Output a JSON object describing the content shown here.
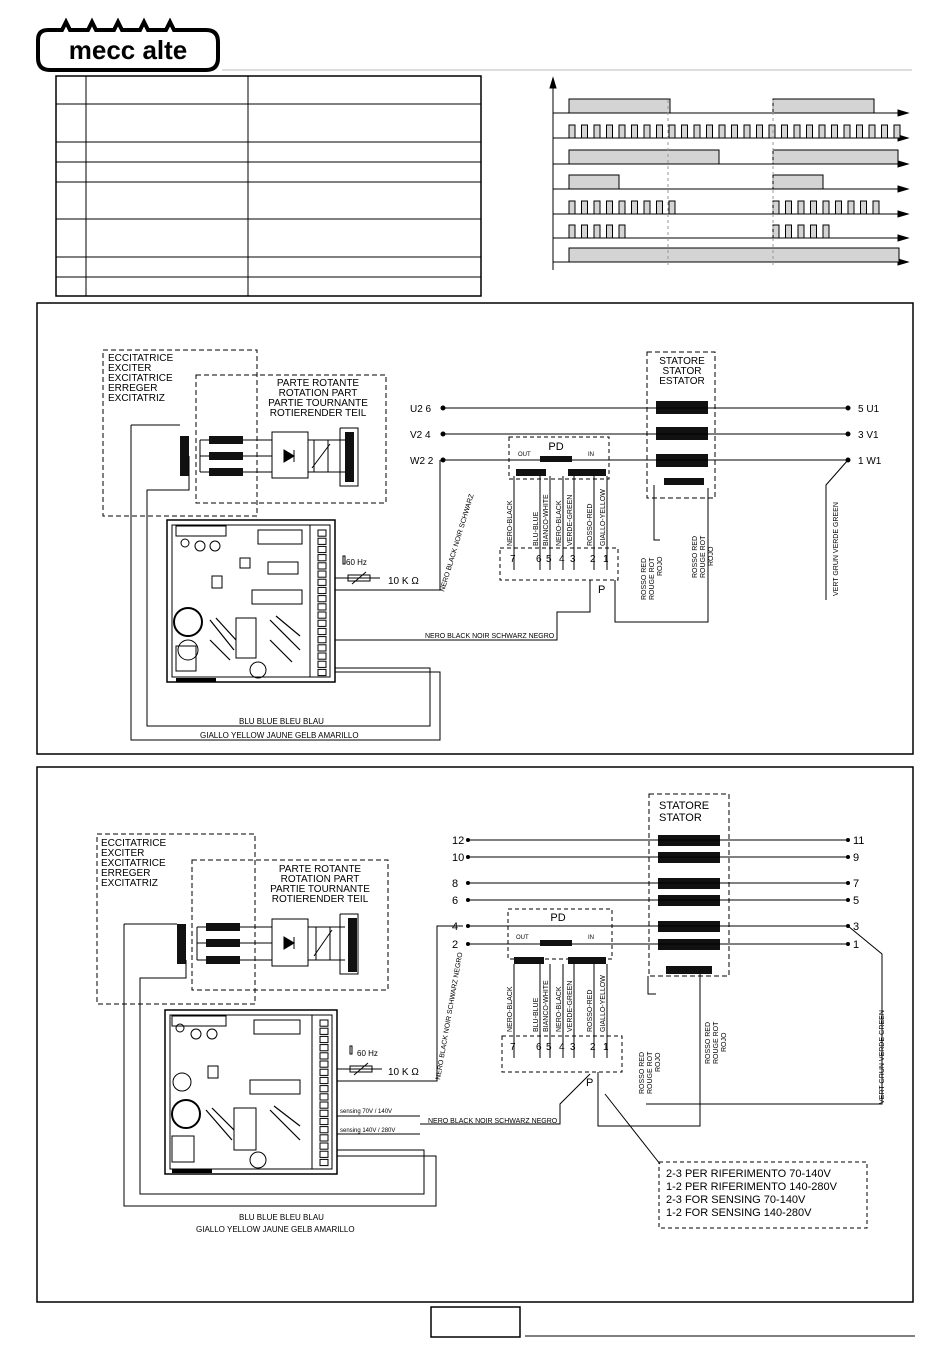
{
  "brand": {
    "logo_text": "mecc alte"
  },
  "legend_table": {
    "rows": 8
  },
  "timing_chart": {
    "channels": 7
  },
  "diagram1": {
    "exciter_labels": [
      "ECCITATRICE",
      "EXCITER",
      "EXCITATRICE",
      "ERREGER",
      "EXCITATRIZ"
    ],
    "rotating_labels": [
      "PARTE ROTANTE",
      "ROTATION PART",
      "PARTIE TOURNANTE",
      "ROTIERENDER TEIL"
    ],
    "stator_labels": [
      "STATORE",
      "STATOR",
      "ESTATOR"
    ],
    "terminals_left": [
      "U2 6",
      "V2 4",
      "W2 2"
    ],
    "terminals_right": [
      "5 U1",
      "3 V1",
      "1 W1"
    ],
    "pd_label": "PD",
    "pd_out": "OUT",
    "pd_in": "IN",
    "p_label": "P",
    "pd_wires": [
      "NERO-BLACK",
      "BLU-BLUE",
      "BIANCO-WHITE",
      "NERO-BLACK",
      "VERDE-GREEN",
      "ROSSO-RED",
      "GIALLO-YELLOW"
    ],
    "pd_pins": [
      "7",
      "6",
      "5",
      "4",
      "3",
      "2",
      "1"
    ],
    "hz_label": "60 Hz",
    "pot_label": "10 K Ω",
    "wire_nero_vertical": "NERO BLACK NOIR SCHWARZ",
    "wire_nero_h": "NERO BLACK NOIR SCHWARZ NEGRO",
    "wire_rosso1": [
      "ROSSO RED",
      "ROUGE ROT",
      "ROJO"
    ],
    "wire_rosso2": [
      "ROSSO RED",
      "ROUGE ROT",
      "ROJO"
    ],
    "wire_verde": "VERT GRUN VERDE GREEN",
    "wire_blu": "BLU BLUE BLEU BLAU",
    "wire_giallo": "GIALLO YELLOW JAUNE GELB AMARILLO"
  },
  "diagram2": {
    "exciter_labels": [
      "ECCITATRICE",
      "EXCITER",
      "EXCITATRICE",
      "ERREGER",
      "EXCITATRIZ"
    ],
    "rotating_labels": [
      "PARTE ROTANTE",
      "ROTATION PART",
      "PARTIE TOURNANTE",
      "ROTIERENDER TEIL"
    ],
    "stator_labels": [
      "STATORE",
      "STATOR"
    ],
    "terminals_left": [
      "12",
      "10",
      "8",
      "6",
      "4",
      "2"
    ],
    "terminals_right": [
      "11",
      "9",
      "7",
      "5",
      "3",
      "1"
    ],
    "pd_label": "PD",
    "pd_out": "OUT",
    "pd_in": "IN",
    "p_label": "P",
    "pd_wires": [
      "NERO-BLACK",
      "BLU-BLUE",
      "BIANCO-WHITE",
      "NERO-BLACK",
      "VERDE-GREEN",
      "ROSSO-RED",
      "GIALLO-YELLOW"
    ],
    "pd_pins": [
      "7",
      "6",
      "5",
      "4",
      "3",
      "2",
      "1"
    ],
    "hz_label": "60 Hz",
    "pot_label": "10 K Ω",
    "sensing1": "sensing 70V / 140V",
    "sensing2": "sensing 140V / 280V",
    "wire_nero_vertical": "NERO BLACK NOIR SCHWARZ NEGRO",
    "wire_nero_h": "NERO BLACK NOIR SCHWARZ NEGRO",
    "wire_rosso1": [
      "ROSSO RED",
      "ROUGE ROT",
      "ROJO"
    ],
    "wire_rosso2": [
      "ROSSO RED",
      "ROUGE ROT",
      "ROJO"
    ],
    "wire_verde": "VERT GRUN VERDE GREEN",
    "wire_blu": "BLU BLUE BLEU BLAU",
    "wire_giallo": "GIALLO YELLOW JAUNE GELB AMARILLO",
    "note_lines": [
      "2-3 PER RIFERIMENTO 70-140V",
      "1-2 PER RIFERIMENTO 140-280V",
      "2-3 FOR SENSING 70-140V",
      "1-2 FOR SENSING 140-280V"
    ]
  },
  "colors": {
    "ink": "#000000",
    "fill_gray": "#d4d4d4"
  }
}
